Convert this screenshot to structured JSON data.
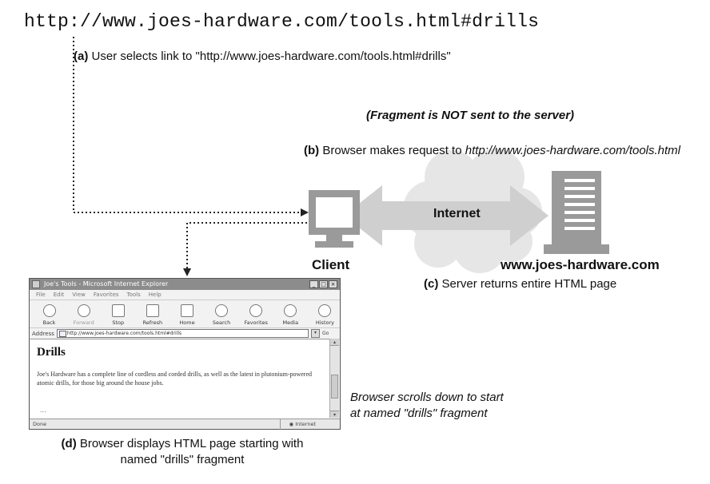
{
  "url_heading": "http://www.joes-hardware.com/tools.html#drills",
  "step_a": {
    "tag": "(a)",
    "text": "User selects link to \"http://www.joes-hardware.com/tools.html#drills\""
  },
  "fragment_note": "(Fragment is NOT sent to the server)",
  "step_b": {
    "tag": "(b)",
    "text": "Browser makes request to ",
    "url": "http://www.joes-hardware.com/tools.html"
  },
  "internet_label": "Internet",
  "client_label": "Client",
  "server_label": "www.joes-hardware.com",
  "step_c": {
    "tag": "(c)",
    "text": "Server returns entire HTML page"
  },
  "scroll_note": {
    "line1": "Browser scrolls down to start",
    "line2": "at named \"drills\" fragment"
  },
  "step_d": {
    "tag": "(d)",
    "line1": "Browser displays HTML page starting with",
    "line2": "named \"drills\" fragment"
  },
  "browser": {
    "title": "Joe's Tools - Microsoft Internet Explorer",
    "menu": [
      "File",
      "Edit",
      "View",
      "Favorites",
      "Tools",
      "Help"
    ],
    "toolbar": [
      "Back",
      "Forward",
      "Stop",
      "Refresh",
      "Home",
      "Search",
      "Favorites",
      "Media",
      "History"
    ],
    "address_label": "Address",
    "address_value": "http://www.joes-hardware.com/tools.html#drills",
    "go_label": "Go",
    "page_heading": "Drills",
    "page_text": "Joe's Hardware has a complete line of cordless and corded drills, as well as the latest in plutonium-powered atomic drills, for those big around the house jobs.",
    "page_ellipsis": "...",
    "status_left": "Done",
    "status_right": "Internet"
  },
  "colors": {
    "arrow_fill": "#cfcfcf",
    "cloud_fill": "#e6e6e6",
    "device_fill": "#9a9a9a",
    "dotted_line": "#222222"
  }
}
